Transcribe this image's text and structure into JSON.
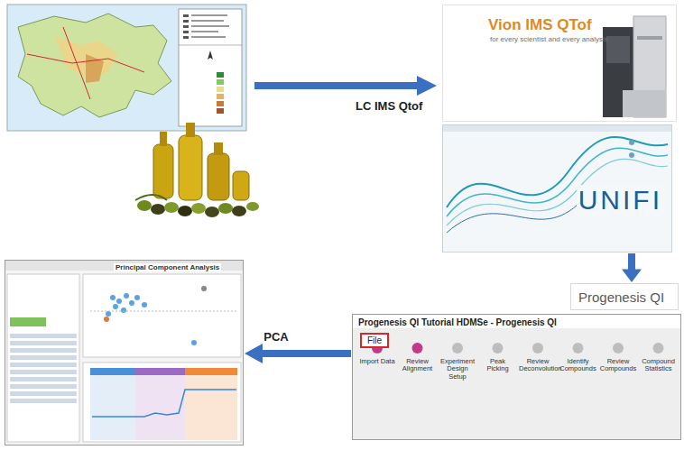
{
  "diagram": {
    "nodes": [
      {
        "text": [
          "Vion IMS QTof",
          "for every scientist and every analysis"
        ]
      },
      {
        "text": [
          "UNIFI"
        ]
      },
      {
        "text": [
          "Progenesis QI"
        ]
      },
      {
        "text": [
          "Progenesis QI Tutorial HDMSe - Progenesis QI",
          "File",
          "Import Data",
          "Review Alignment",
          "Experiment Design Setup",
          "Peak Picking",
          "Review Deconvolution",
          "Identify Compounds",
          "Review Compounds",
          "Compound Statistics"
        ]
      },
      {
        "text": [
          "Principal Component Analysis"
        ]
      }
    ],
    "edges": [
      {
        "from": 1,
        "to": 2,
        "arrow": "to"
      },
      {
        "from": 3,
        "to": 4,
        "label": "PCA",
        "arrow": "to"
      }
    ],
    "labels": [
      "LC IMS Qtof"
    ]
  }
}
